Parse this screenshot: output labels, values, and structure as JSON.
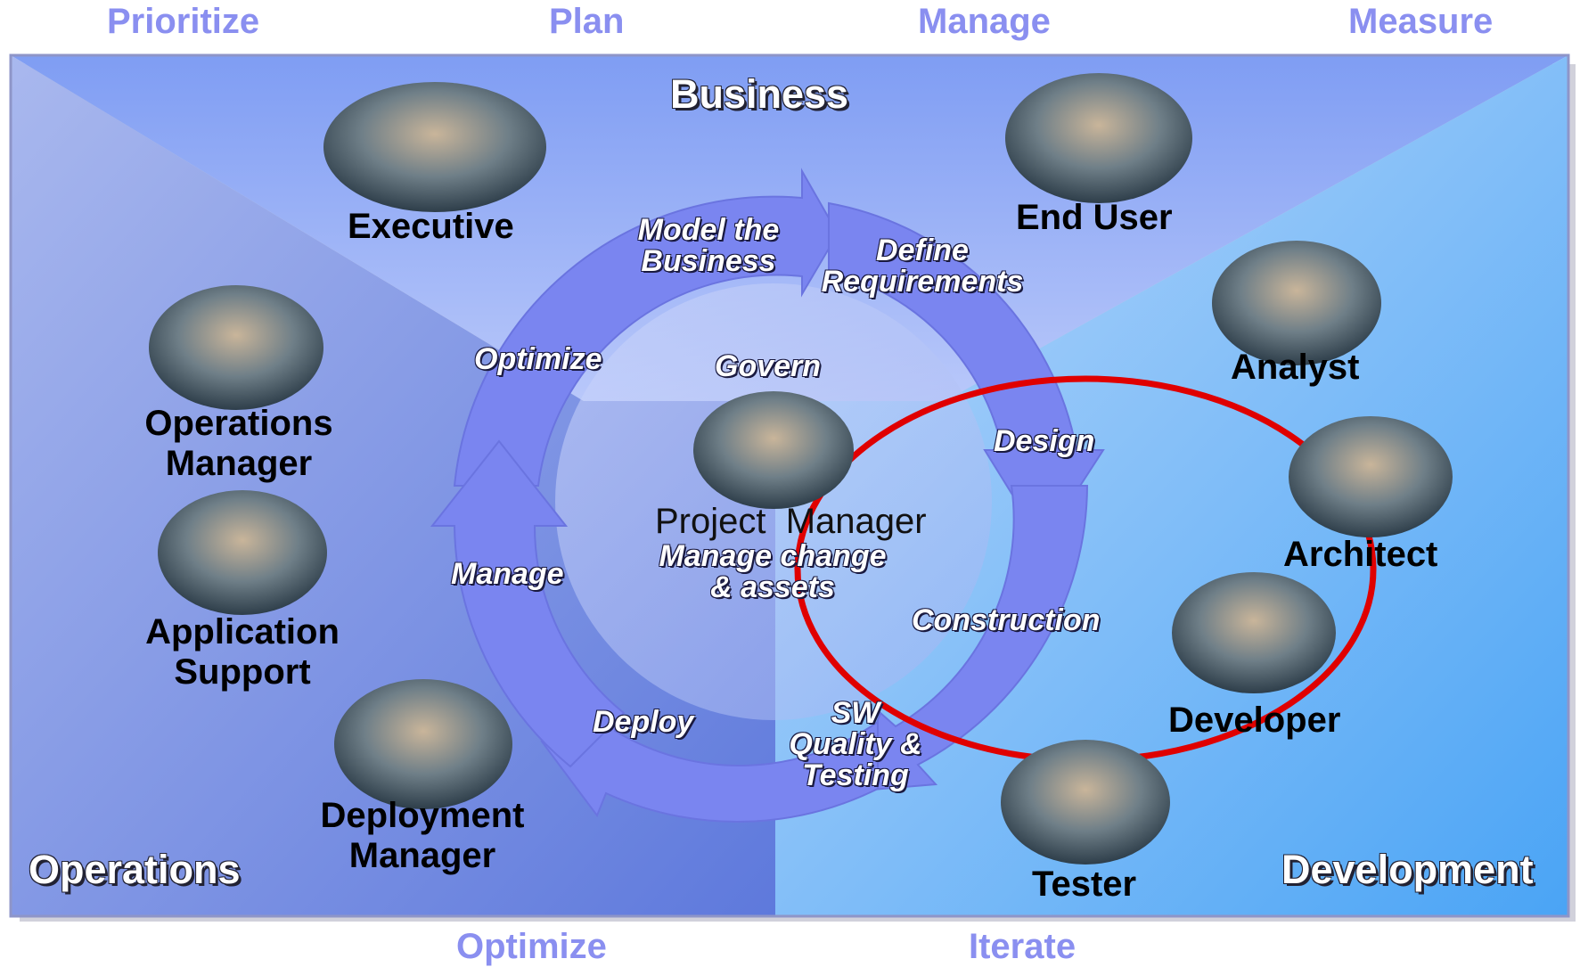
{
  "phases_top": [
    "Prioritize",
    "Plan",
    "Manage",
    "Measure"
  ],
  "phases_bottom": [
    "Optimize",
    "Iterate"
  ],
  "zones": {
    "business": "Business",
    "operations": "Operations",
    "development": "Development"
  },
  "roles": {
    "executive": "Executive",
    "end_user": "End User",
    "operations_manager": [
      "Operations",
      "Manager"
    ],
    "application_support": [
      "Application",
      "Support"
    ],
    "deployment_manager": [
      "Deployment",
      "Manager"
    ],
    "analyst": "Analyst",
    "architect": "Architect",
    "developer": "Developer",
    "tester": "Tester"
  },
  "center": {
    "title": "Project  Manager",
    "govern": "Govern",
    "line1": "Manage change",
    "line2": "& assets"
  },
  "cycle_steps": {
    "model": [
      "Model the",
      "Business"
    ],
    "define": [
      "Define",
      "Requirements"
    ],
    "design": "Design",
    "construction": "Construction",
    "quality": [
      "SW",
      "Quality &",
      "Testing"
    ],
    "deploy": "Deploy",
    "manage": "Manage",
    "optimize": "Optimize"
  },
  "colors": {
    "phase_label": "#8a8ff0",
    "panel_left": "#6f86df",
    "panel_top": "#8aaaf4",
    "panel_right": "#5aa9f5",
    "arrow": "#7a85f0",
    "highlight": "#e00000"
  }
}
